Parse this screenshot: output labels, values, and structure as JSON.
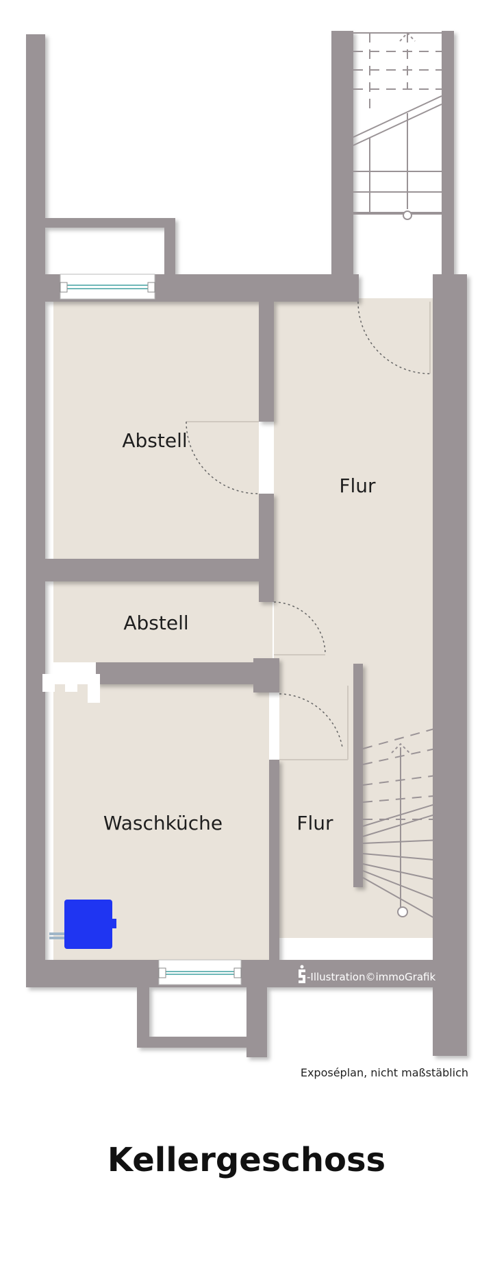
{
  "rooms": {
    "abstell_upper": "Abstell",
    "abstell_lower": "Abstell",
    "waschkueche": "Waschküche",
    "flur_upper": "Flur",
    "flur_lower": "Flur"
  },
  "credit": "-Illustration©immoGrafik",
  "note": "Exposéplan, nicht maßstäblich",
  "title": "Kellergeschoss",
  "colors": {
    "wall": "#9a9396",
    "floor": "#e9e3da",
    "boiler": "#1f35f2",
    "background": "#ffffff"
  },
  "icons": {
    "boiler": "heating-boiler-icon",
    "stairs": "staircase-icon",
    "windows": "window-icon",
    "doors": "door-swing-icon"
  }
}
